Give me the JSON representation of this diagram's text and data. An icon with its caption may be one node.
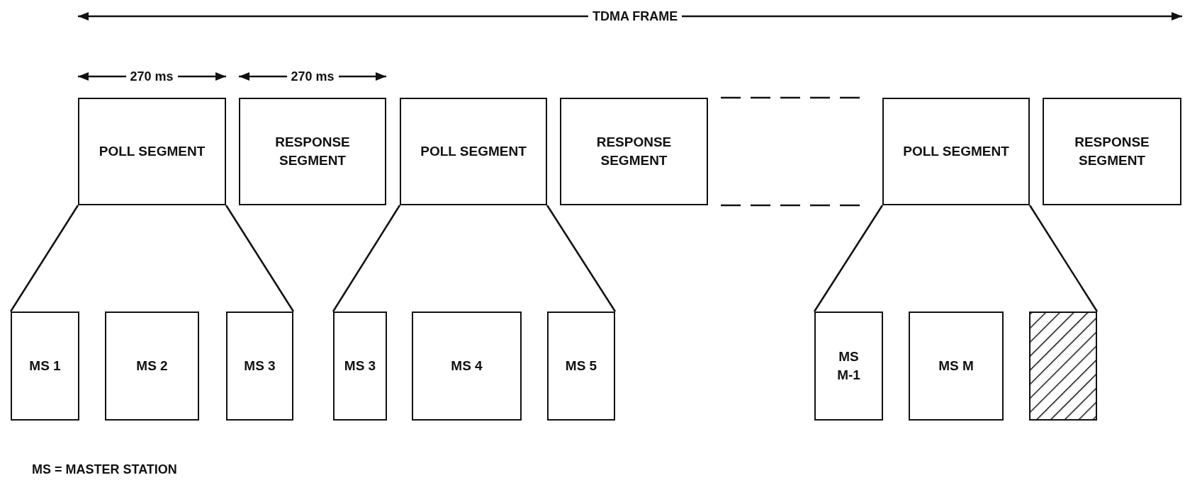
{
  "diagram": {
    "nodes": [
      {
        "text": [
          "POLL SEGMENT"
        ]
      },
      {
        "text": [
          "RESPONSE SEGMENT"
        ]
      },
      {
        "text": [
          "POLL SEGMENT"
        ]
      },
      {
        "text": [
          "RESPONSE SEGMENT"
        ]
      },
      {
        "text": [
          "POLL SEGMENT"
        ]
      },
      {
        "text": [
          "RESPONSE SEGMENT"
        ]
      },
      {
        "text": [
          "MS 1"
        ]
      },
      {
        "text": [
          "MS 2"
        ]
      },
      {
        "text": [
          "MS 3"
        ]
      },
      {
        "text": [
          "MS 3"
        ]
      },
      {
        "text": [
          "MS 4"
        ]
      },
      {
        "text": [
          "MS 5"
        ]
      },
      {
        "text": [
          "MS M-1"
        ]
      },
      {
        "text": [
          "MS M"
        ]
      },
      {
        "text": [],
        "shape": "box"
      }
    ],
    "edges": [
      {
        "from": 0,
        "to": 6,
        "arrow": "none"
      },
      {
        "from": 0,
        "to": 8,
        "arrow": "none"
      },
      {
        "from": 2,
        "to": 9,
        "arrow": "none"
      },
      {
        "from": 2,
        "to": 11,
        "arrow": "none"
      },
      {
        "from": 4,
        "to": 12,
        "arrow": "none"
      },
      {
        "from": 4,
        "to": 14,
        "arrow": "none"
      }
    ],
    "labels": [
      "TDMA FRAME",
      "270 ms",
      "270 ms",
      "MS = MASTER STATION"
    ]
  }
}
